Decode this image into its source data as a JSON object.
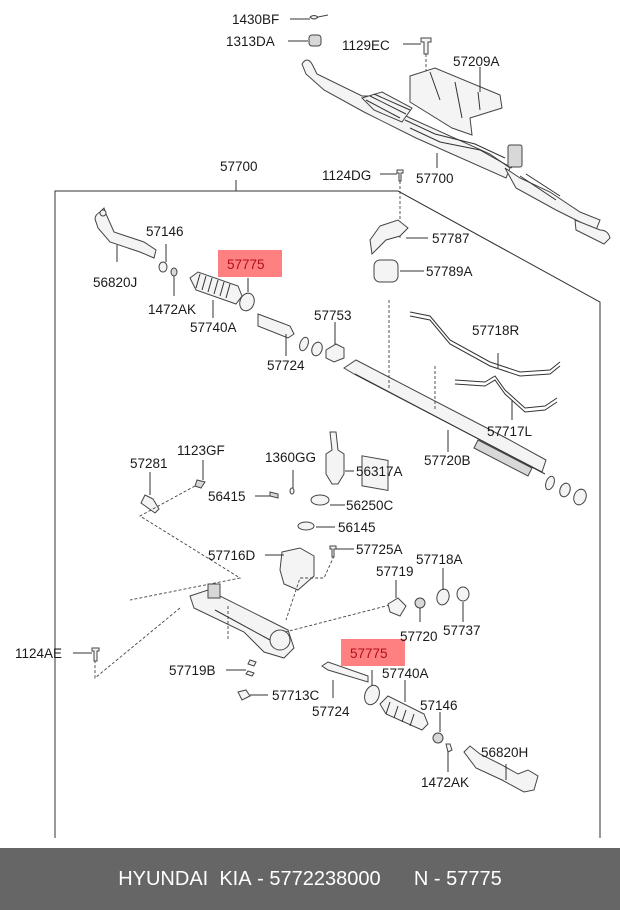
{
  "diagram": {
    "title": "Steering gear box exploded view",
    "highlight_color": "#ff8080",
    "highlighted_part": "57775",
    "labels": {
      "p1430BF": "1430BF",
      "p1313DA": "1313DA",
      "p1129EC": "1129EC",
      "p57209A": "57209A",
      "p57700_top": "57700",
      "p57700_asm": "57700",
      "p1124DG": "1124DG",
      "p57146_l": "57146",
      "p57775_l": "57775",
      "p56820J": "56820J",
      "p1472AK_l": "1472AK",
      "p57740A_l": "57740A",
      "p57787": "57787",
      "p57789A": "57789A",
      "p57753": "57753",
      "p57724_l": "57724",
      "p57718R": "57718R",
      "p57717L": "57717L",
      "p57720B": "57720B",
      "p57281": "57281",
      "p1123GF": "1123GF",
      "p1360GG": "1360GG",
      "p56317A": "56317A",
      "p56415": "56415",
      "p56250C": "56250C",
      "p56145": "56145",
      "p57716D": "57716D",
      "p57725A": "57725A",
      "p57718A": "57718A",
      "p57719": "57719",
      "p57720": "57720",
      "p57737": "57737",
      "p1124AE": "1124AE",
      "p57719B": "57719B",
      "p57775_r": "57775",
      "p57740A_r": "57740A",
      "p57713C": "57713C",
      "p57724_r": "57724",
      "p57146_r": "57146",
      "p56820H": "56820H",
      "p1472AK_r": "1472AK"
    }
  },
  "banner": {
    "brand": "HYUNDAI  KIA",
    "part_number": "5772238000",
    "ref_prefix": "N",
    "ref_number": "57775"
  }
}
